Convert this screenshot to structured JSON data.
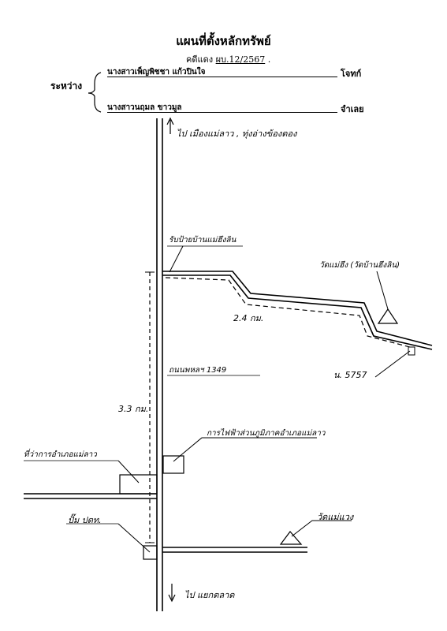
{
  "document": {
    "title": "แผนที่ตั้งหลักทรัพย์",
    "case_label": "คดีแดง",
    "case_number": "ผบ.12/2567",
    "between_label": "ระหว่าง",
    "plaintiff_name": "นางสาวเพ็ญพิชชา  แก้วปินใจ",
    "plaintiff_role": "โจทก์",
    "defendant_name": "นางสาวนฤมล ขาวมูล",
    "defendant_role": "จำเลย"
  },
  "map": {
    "to_north": "ไป เมืองแม่ลาว , ทุ่งอ่างข้องตอง",
    "to_south": "ไป แยกตลาด",
    "junction_label": "รับป้ายบ้านแม่ฮึงลิน",
    "temple_top": "วัดแม่ฮึง (วัดบ้านฮึงลิน)",
    "distance_side": "2.4 กม.",
    "deed_number": "น. 5757",
    "road_label": "ถนนพหลฯ 1349",
    "distance_main": "3.3 กม.",
    "electricity_office": "การไฟฟ้าส่วนภูมิภาคอำเภอแม่ลาว",
    "district_office": "ที่ว่าการอำเภอแม่ลาว",
    "gas_station": "ปั๊ม ปตท.",
    "temple_bottom": "วัดแม่แวง"
  }
}
